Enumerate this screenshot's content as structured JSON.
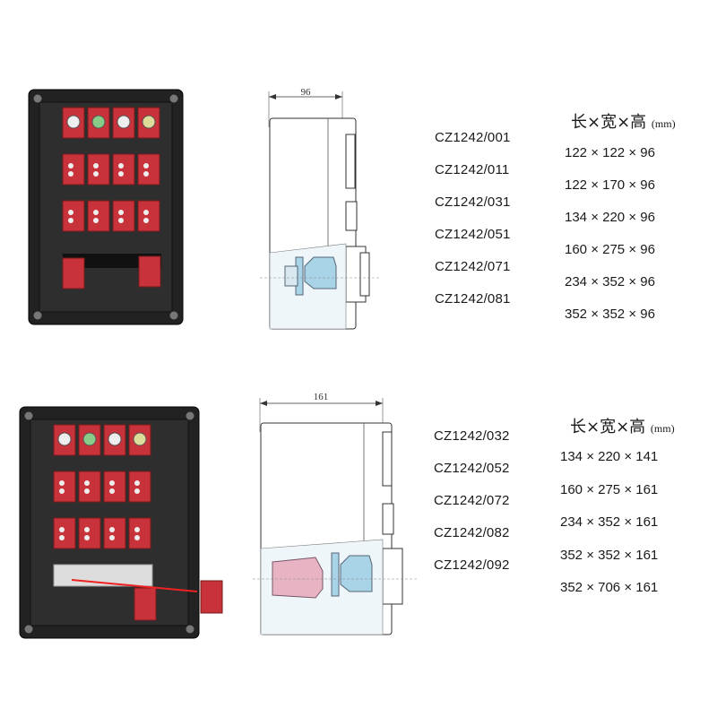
{
  "colors": {
    "enclosure": "#222222",
    "module": "#c8323a",
    "cutaway": "#a9d3e6",
    "plug": "#e8b4c4"
  },
  "top": {
    "depth_label": "96",
    "header": {
      "text": "长×宽×高",
      "unit": "(mm)"
    },
    "models": [
      "CZ1242/001",
      "CZ1242/011",
      "CZ1242/031",
      "CZ1242/051",
      "CZ1242/071",
      "CZ1242/081"
    ],
    "dimensions": [
      "122 × 122 × 96",
      "122 × 170 × 96",
      "134 × 220 × 96",
      "160 × 275 × 96",
      "234 × 352 × 96",
      "352 × 352 × 96"
    ]
  },
  "bottom": {
    "depth_label": "161",
    "header": {
      "text": "长×宽×高",
      "unit": "(mm)"
    },
    "models": [
      "CZ1242/032",
      "CZ1242/052",
      "CZ1242/072",
      "CZ1242/082",
      "CZ1242/092"
    ],
    "dimensions": [
      "134 × 220 × 141",
      "160 × 275 × 161",
      "234 × 352 × 161",
      "352 × 352 × 161",
      "352 × 706 × 161"
    ]
  }
}
